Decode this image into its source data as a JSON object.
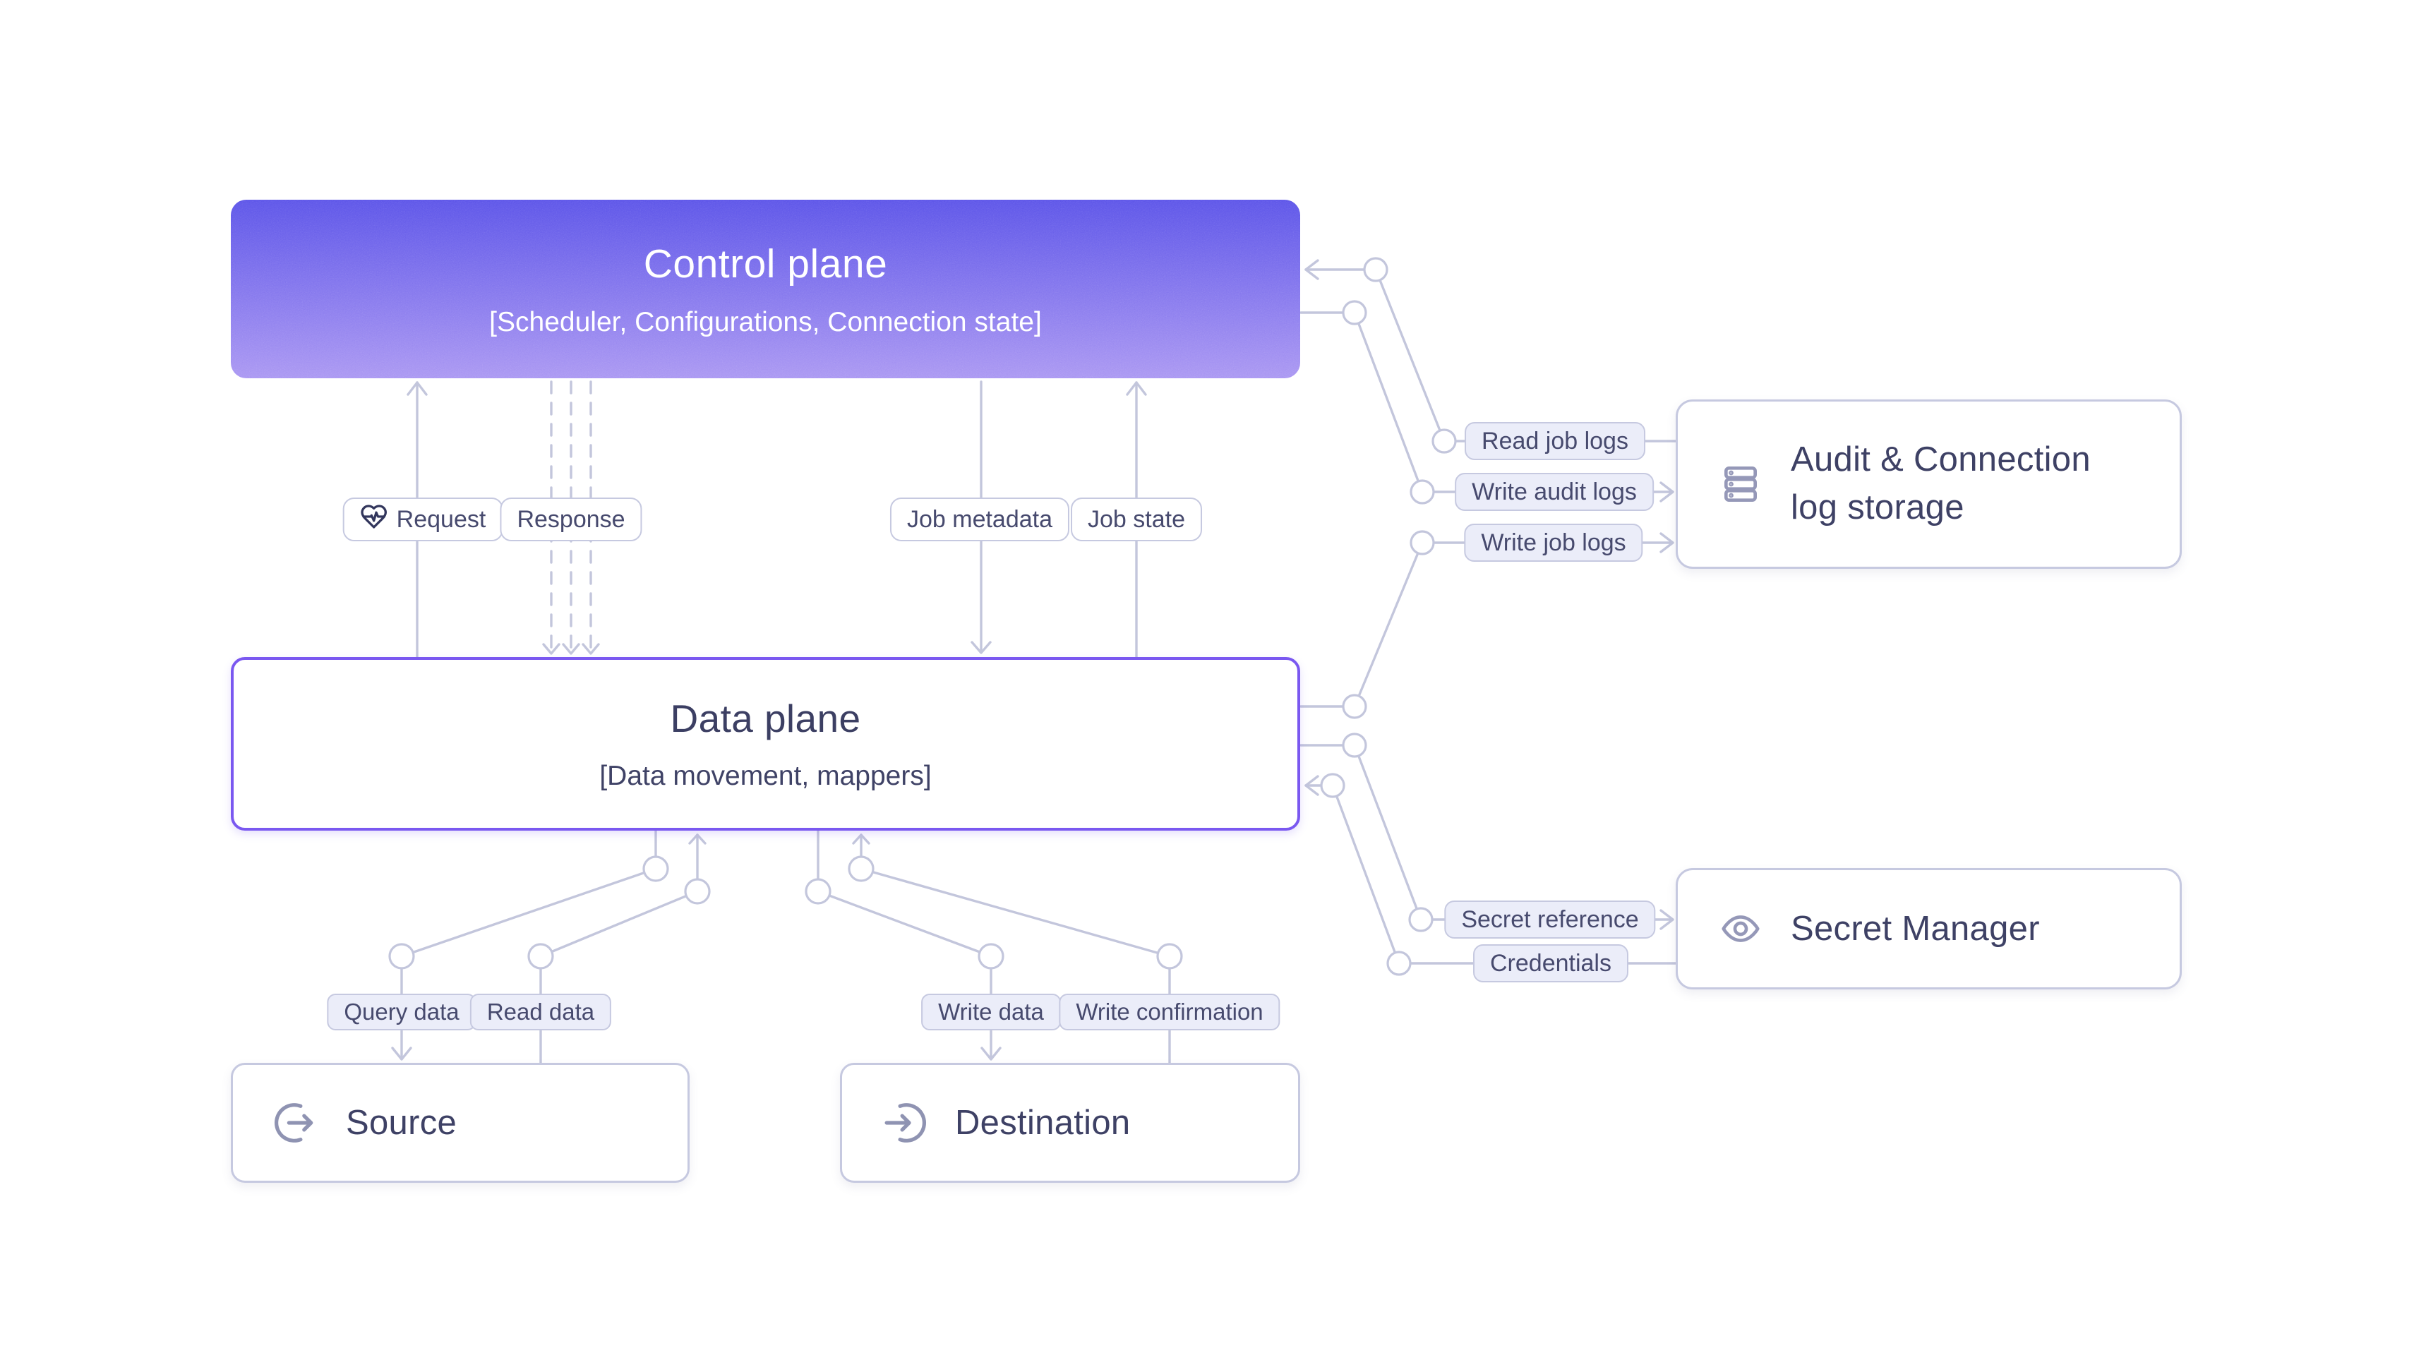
{
  "nodes": {
    "control_plane": {
      "title": "Control plane",
      "subtitle": "[Scheduler, Configurations, Connection state]"
    },
    "data_plane": {
      "title": "Data plane",
      "subtitle": "[Data movement, mappers]"
    },
    "source": {
      "title": "Source"
    },
    "destination": {
      "title": "Destination"
    },
    "audit_log_storage": {
      "title": "Audit & Connection log storage"
    },
    "secret_manager": {
      "title": "Secret Manager"
    }
  },
  "edges": {
    "request": "Request",
    "response": "Response",
    "job_metadata": "Job metadata",
    "job_state": "Job state",
    "read_job_logs": "Read job logs",
    "write_audit_logs": "Write audit logs",
    "write_job_logs": "Write job logs",
    "secret_reference": "Secret reference",
    "credentials": "Credentials",
    "query_data": "Query data",
    "read_data": "Read data",
    "write_data": "Write data",
    "write_confirmation": "Write confirmation"
  },
  "colors": {
    "canvas_bg": "#ffffff",
    "accent_gradient_start": "#5b53e8",
    "accent_gradient_end": "#a996f2",
    "data_plane_border": "#7a58f0",
    "line": "#c3c6dc",
    "label_border": "#c6c9e0",
    "label_fill_tint": "#ebedf9",
    "text_dark": "#3e4165",
    "icon_gray": "#8f93b2",
    "request_icon_color": "#32365c"
  }
}
